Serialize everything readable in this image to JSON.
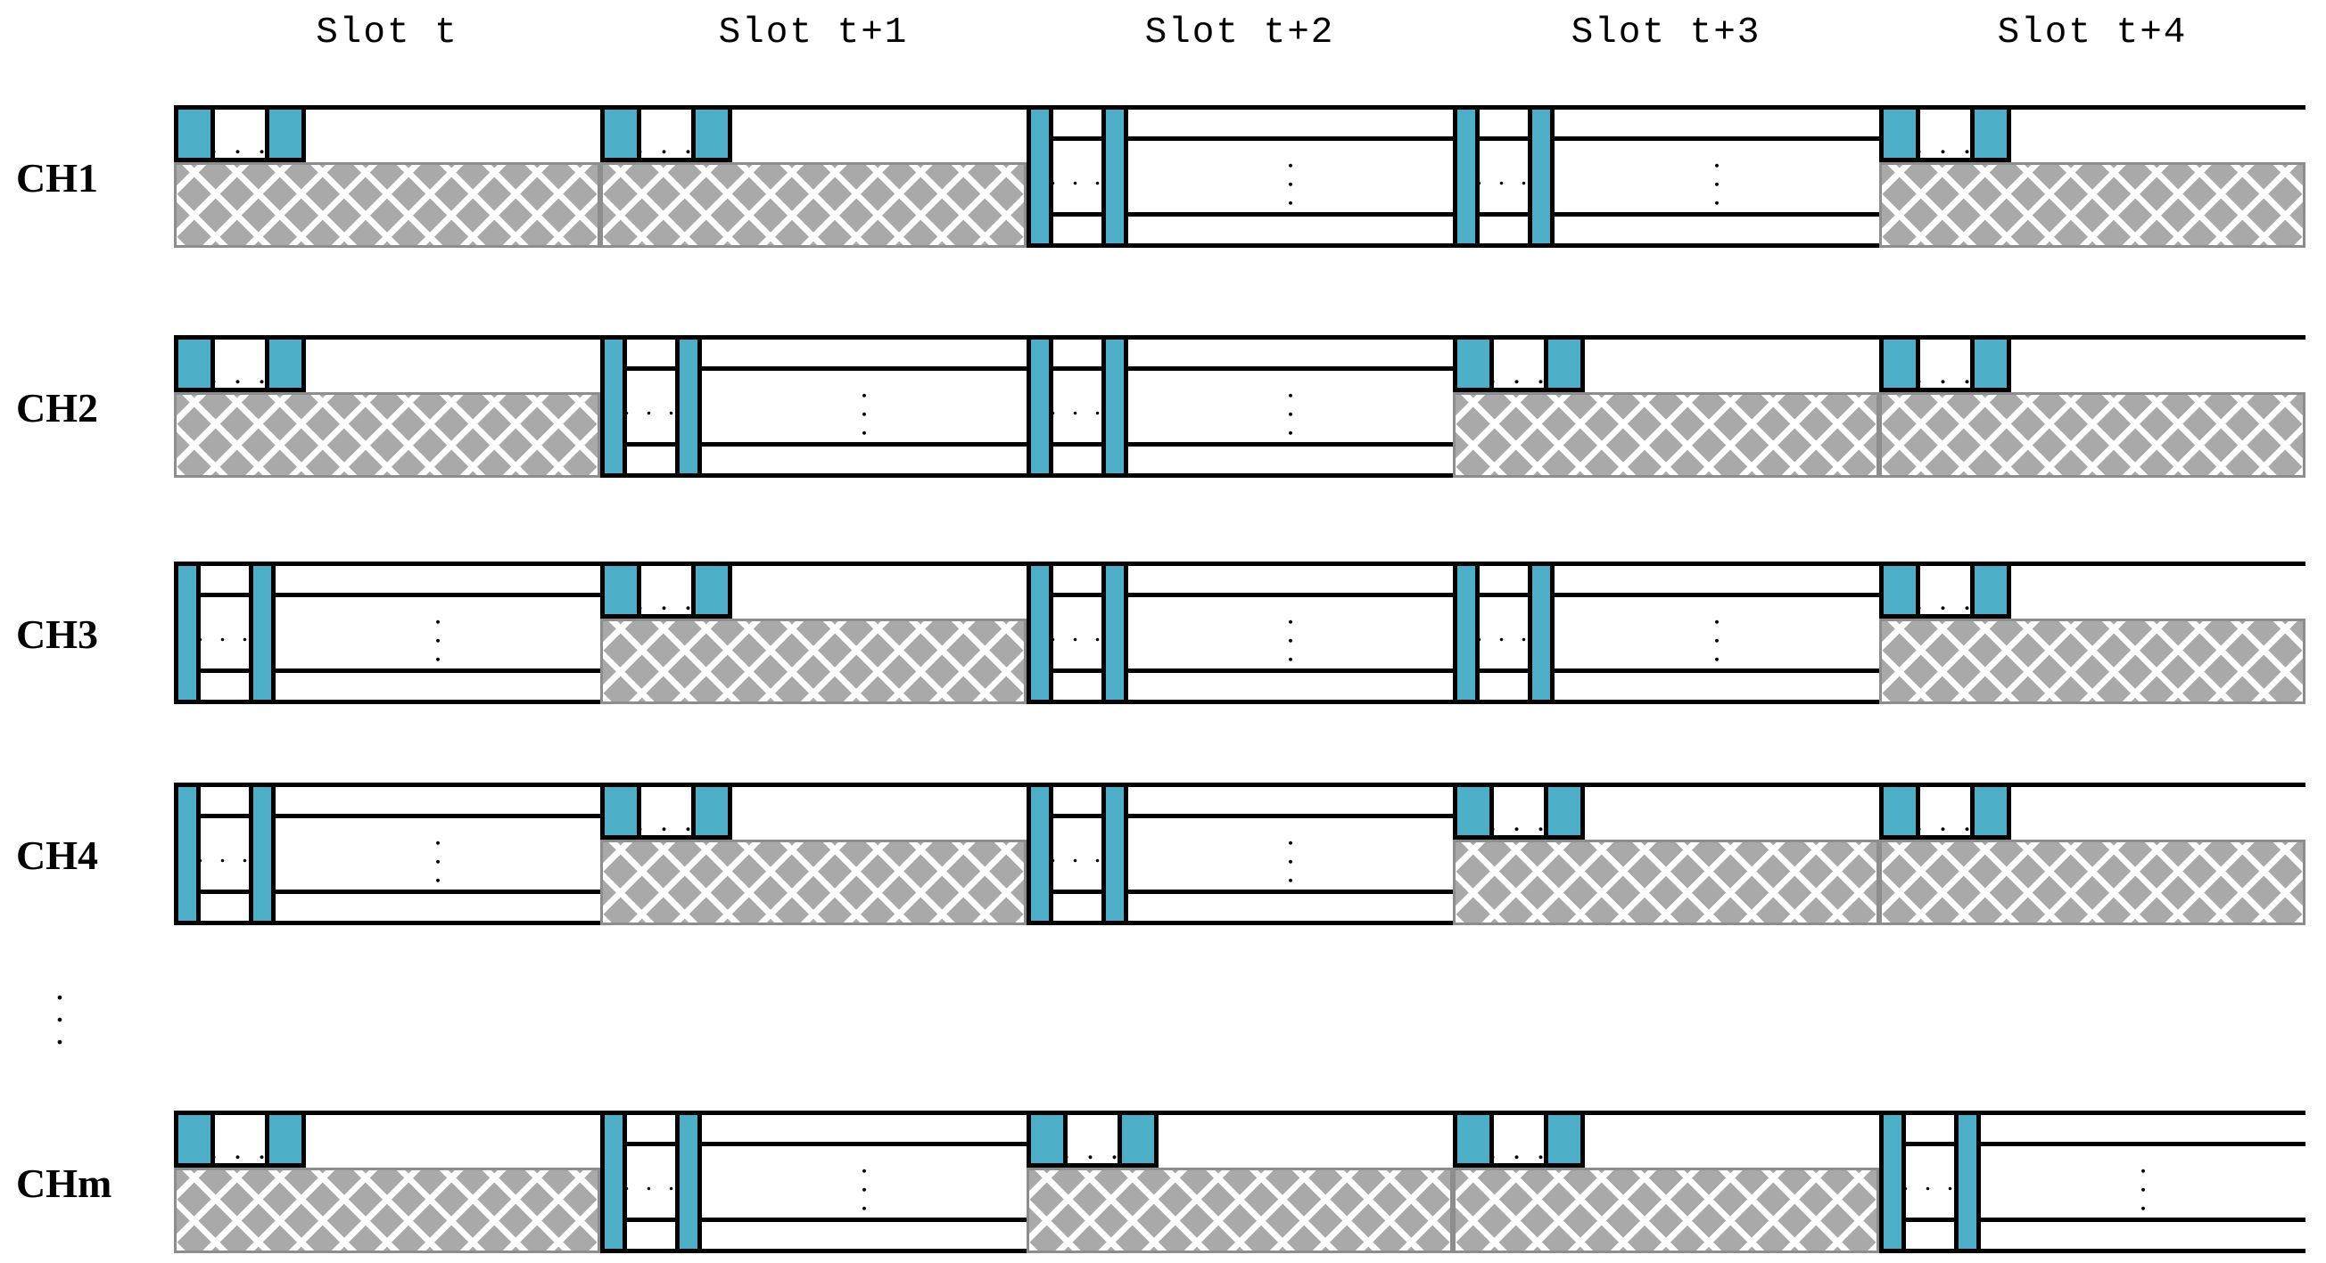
{
  "diagram": {
    "title_row": {
      "slots": [
        {
          "label": "Slot t"
        },
        {
          "label": "Slot t+1"
        },
        {
          "label": "Slot t+2"
        },
        {
          "label": "Slot t+3"
        },
        {
          "label": "Slot t+4"
        }
      ]
    },
    "colors": {
      "active_block": "#4DAEC8",
      "idle_hatch_fill": "#A9A9A9",
      "idle_hatch_line": "#FFFFFF",
      "outline": "#000000",
      "background": "#FFFFFF"
    },
    "glyphs": {
      "horizontal_ellipsis": ". . .",
      "vertical_ellipsis": ".\n.\n.",
      "row_break_ellipsis": ".\n.\n."
    },
    "rows": [
      {
        "label": "CH1",
        "cells": [
          {
            "slot": "Slot t",
            "state": "idle"
          },
          {
            "slot": "Slot t+1",
            "state": "idle"
          },
          {
            "slot": "Slot t+2",
            "state": "active"
          },
          {
            "slot": "Slot t+3",
            "state": "active"
          },
          {
            "slot": "Slot t+4",
            "state": "idle"
          }
        ]
      },
      {
        "label": "CH2",
        "cells": [
          {
            "slot": "Slot t",
            "state": "idle"
          },
          {
            "slot": "Slot t+1",
            "state": "active"
          },
          {
            "slot": "Slot t+2",
            "state": "active"
          },
          {
            "slot": "Slot t+3",
            "state": "idle"
          },
          {
            "slot": "Slot t+4",
            "state": "idle"
          }
        ]
      },
      {
        "label": "CH3",
        "cells": [
          {
            "slot": "Slot t",
            "state": "active"
          },
          {
            "slot": "Slot t+1",
            "state": "idle"
          },
          {
            "slot": "Slot t+2",
            "state": "active"
          },
          {
            "slot": "Slot t+3",
            "state": "active"
          },
          {
            "slot": "Slot t+4",
            "state": "idle"
          }
        ]
      },
      {
        "label": "CH4",
        "cells": [
          {
            "slot": "Slot t",
            "state": "active"
          },
          {
            "slot": "Slot t+1",
            "state": "idle"
          },
          {
            "slot": "Slot t+2",
            "state": "active"
          },
          {
            "slot": "Slot t+3",
            "state": "idle"
          },
          {
            "slot": "Slot t+4",
            "state": "idle"
          }
        ]
      },
      {
        "label": "CHm",
        "cells": [
          {
            "slot": "Slot t",
            "state": "idle"
          },
          {
            "slot": "Slot t+1",
            "state": "active"
          },
          {
            "slot": "Slot t+2",
            "state": "idle"
          },
          {
            "slot": "Slot t+3",
            "state": "idle"
          },
          {
            "slot": "Slot t+4",
            "state": "active"
          }
        ]
      }
    ]
  }
}
